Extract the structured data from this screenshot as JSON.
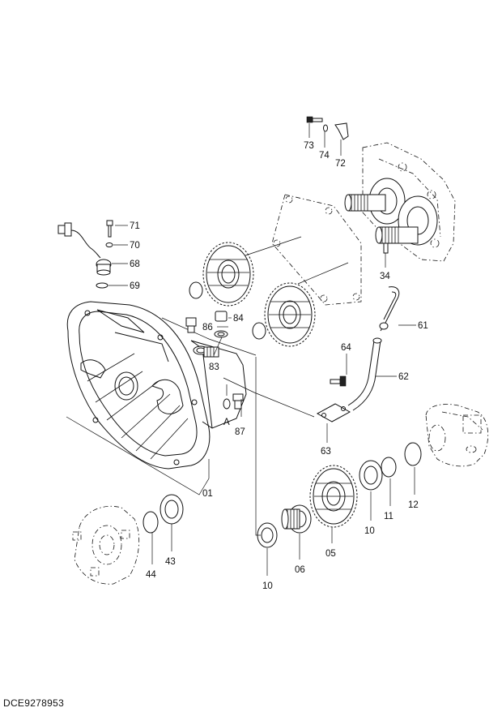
{
  "document": {
    "code": "DCE9278953"
  },
  "callouts": {
    "p01": "01",
    "p05": "05",
    "p06": "06",
    "p10a": "10",
    "p10b": "10",
    "p11": "11",
    "p12": "12",
    "p34": "34",
    "p43": "43",
    "p44": "44",
    "p61": "61",
    "p62": "62",
    "p63": "63",
    "p64": "64",
    "p68": "68",
    "p69": "69",
    "p70": "70",
    "p71": "71",
    "p72": "72",
    "p73": "73",
    "p74": "74",
    "p83": "83",
    "p84": "84",
    "p86": "86",
    "p87": "87",
    "refA": "A"
  }
}
